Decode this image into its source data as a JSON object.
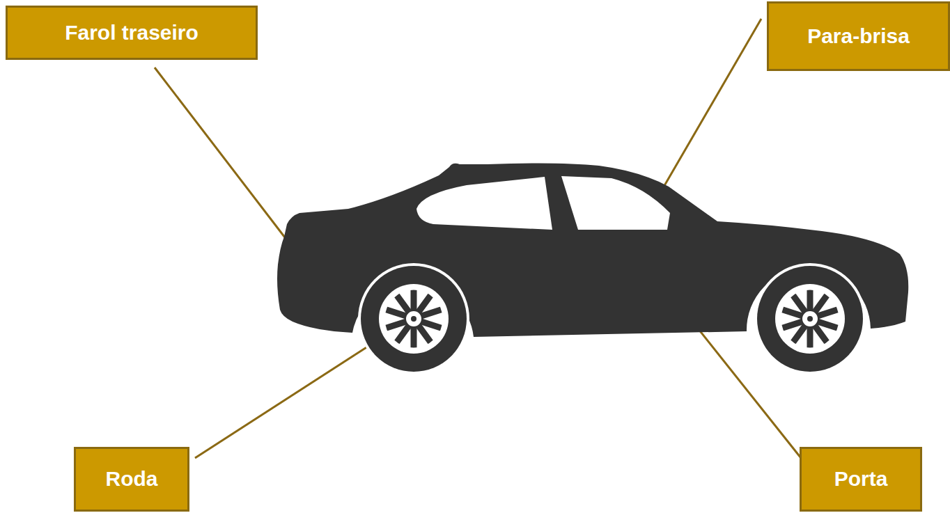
{
  "diagram": {
    "nodes": [
      {
        "text": [
          "Farol traseiro"
        ]
      },
      {
        "text": [
          "Para-brisa"
        ]
      },
      {
        "text": [
          "Roda"
        ]
      },
      {
        "text": [
          "Porta"
        ]
      }
    ]
  }
}
